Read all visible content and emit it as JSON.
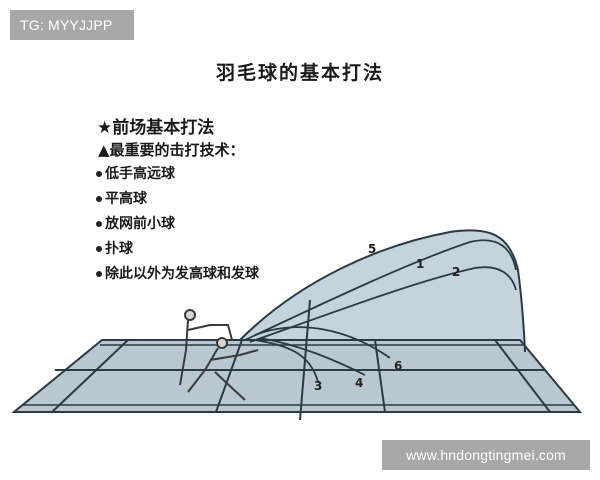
{
  "watermarks": {
    "top_left": "TG: MYYJJPP",
    "bottom_right": "www.hndongtingmei.com"
  },
  "title": "羽毛球的基本打法",
  "section": {
    "heading": "★前场基本打法",
    "subheading": "▲最重要的击打技术：",
    "items": [
      "低手高远球",
      "平高球",
      "放网前小球",
      "扑球",
      "除此以外为发高球和发球"
    ]
  },
  "diagram": {
    "court_color": "#b9c7cf",
    "court_line_color": "#2b3a44",
    "trajectory_fill": "#c5d4dc",
    "trajectory_labels": [
      "5",
      "1",
      "2",
      "3",
      "4",
      "6"
    ]
  }
}
